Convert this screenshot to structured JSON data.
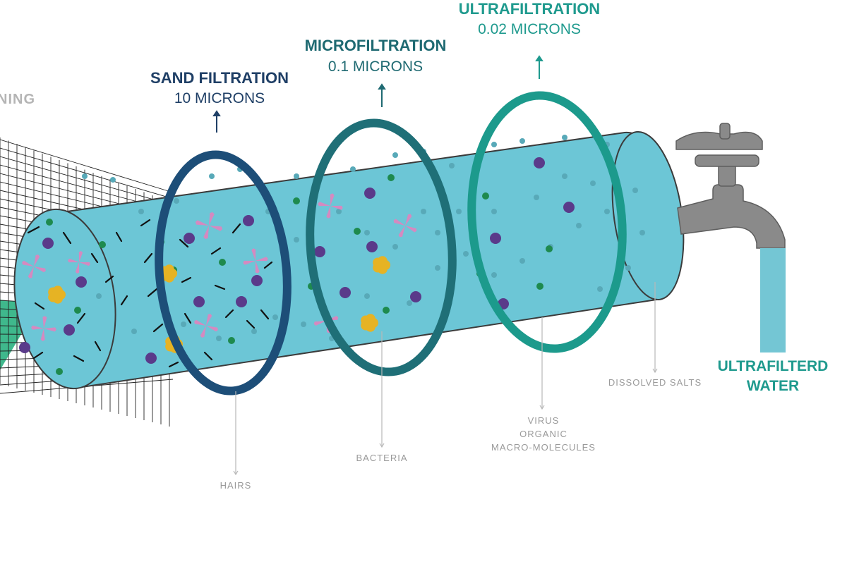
{
  "colors": {
    "tube_fill": "#6cc6d6",
    "tube_stroke": "#3b3b3b",
    "ring_sand": "#1d4e78",
    "ring_micro": "#1f6f77",
    "ring_ultra": "#1c9a8c",
    "title_sand": "#1f3f66",
    "title_micro": "#1f6a72",
    "title_ultra": "#1f9a8e",
    "caption_gray": "#9a9a9a",
    "faucet": "#8a8a8a",
    "water": "#74c6d4",
    "dot_teal": "#58a9b8",
    "dot_purple": "#5a3a8a",
    "dot_green": "#1e8a4e",
    "star_pink": "#d48ac0",
    "blob_yellow": "#e6b324",
    "inlet_arrow": "#3fb88c"
  },
  "stages": {
    "screening": {
      "title": "NING"
    },
    "sand": {
      "title": "SAND FILTRATION",
      "size": "10 MICRONS",
      "caption": "HAIRS"
    },
    "micro": {
      "title": "MICROFILTRATION",
      "size": "0.1 MICRONS",
      "caption": "BACTERIA"
    },
    "ultra": {
      "title": "ULTRAFILTRATION",
      "size": "0.02 MICRONS",
      "caption_lines": [
        "VIRUS",
        "ORGANIC",
        "MACRO-MOLECULES"
      ]
    },
    "salts": {
      "caption": "DISSOLVED SALTS"
    }
  },
  "output": {
    "line1": "ULTRAFILTERD",
    "line2": "WATER"
  },
  "icons": [
    "faucet-icon",
    "screen-mesh-icon",
    "inlet-arrow-icon"
  ]
}
